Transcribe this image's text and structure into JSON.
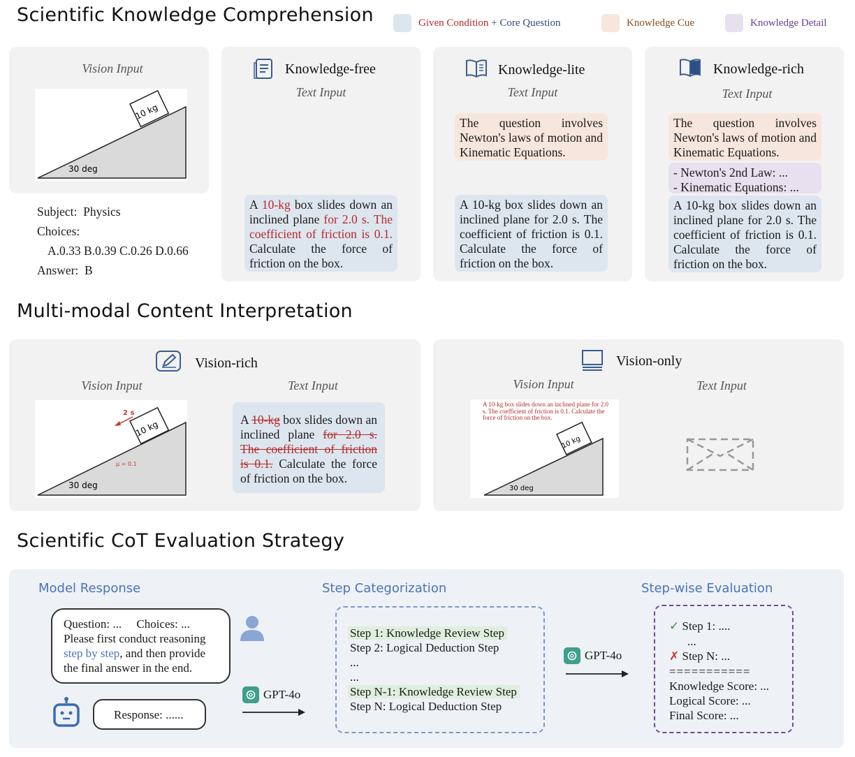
{
  "sections": {
    "knowledge": "Scientific Knowledge Comprehension",
    "multimodal": "Multi-modal Content Interpretation",
    "cot": "Scientific CoT Evaluation Strategy"
  },
  "legend": {
    "condition_red": "Given Condition",
    "plus": " + ",
    "core_question": "Core Question",
    "knowledge_cue": "Knowledge Cue",
    "knowledge_detail": "Knowledge Detail",
    "colors": {
      "blue": "#dde6ef",
      "peach": "#f6e6dc",
      "lavender": "#e7e0ee"
    }
  },
  "vision_panel": {
    "label": "Vision Input",
    "box_label": "10 kg",
    "angle_label": "30 deg",
    "subject_label": "Subject:",
    "subject_value": "Physics",
    "choices_label": "Choices:",
    "choices_value": "A.0.33 B.0.39 C.0.26 D.0.66",
    "answer_label": "Answer:",
    "answer_value": "B"
  },
  "text_input_label": "Text Input",
  "knowledge_free": {
    "title": "Knowledge-free",
    "icon": "document-icon",
    "q_a": "A ",
    "q_mass": "10-kg",
    "q_b": " box slides down an inclined plane ",
    "q_cond": "for 2.0 s. The coefficient of friction is 0.1.",
    "q_c": " Calculate the force of friction on the box."
  },
  "knowledge_lite": {
    "title": "Knowledge-lite",
    "icon": "open-book-icon",
    "cue": "The question involves Newton's laws of motion and Kinematic Equations.",
    "question": "A 10-kg box slides down an inclined plane for 2.0 s. The coefficient of friction is 0.1. Calculate the force of friction on the box."
  },
  "knowledge_rich": {
    "title": "Knowledge-rich",
    "icon": "book-icon",
    "cue": "The question involves Newton's laws of motion and Kinematic Equations.",
    "detail_1": "- Newton's 2nd Law: ...",
    "detail_2": "- Kinematic Equations: ...",
    "question": "A 10-kg box slides down an inclined plane for 2.0 s. The coefficient of friction is 0.1. Calculate the force of friction on the box."
  },
  "vision_rich": {
    "title": "Vision-rich",
    "icon": "pencil-icon",
    "vision_label": "Vision Input",
    "text_label": "Text Input",
    "time_label": "2 s",
    "mu_label": "μ = 0.1",
    "box_label": "10 kg",
    "angle_label": "30 deg",
    "q_a": "A ",
    "q_mass": "10-kg",
    "q_b": " box slides down an inclined plane ",
    "q_cond": "for 2.0 s. The coefficient of friction is 0.1.",
    "q_c": " Calculate the force of friction on the box."
  },
  "vision_only": {
    "title": "Vision-only",
    "icon": "monitor-icon",
    "vision_label": "Vision Input",
    "text_label": "Text Input",
    "image_text": "A 10-kg box slides down an inclined plane for 2.0 s. The coefficient of friction is 0.1. Calculate the force of friction on the box.",
    "box_label": "10 kg",
    "angle_label": "30 deg",
    "empty_icon": "empty-envelope-icon"
  },
  "cot": {
    "model_response": "Model Response",
    "step_categorization": "Step Categorization",
    "stepwise_evaluation": "Step-wise Evaluation",
    "prompt_line1": "Question: ...     Choices: ...",
    "prompt_line2": "Please first conduct reasoning",
    "prompt_highlight": "step by step",
    "prompt_line3_rest": ", and then provide",
    "prompt_line4": "the final answer in the end.",
    "response": "Response: ......",
    "gpt_label": "GPT-4o",
    "steps": [
      "Step 1: Knowledge Review Step",
      "Step 2: Logical Deduction Step",
      "...",
      "...",
      "Step N-1: Knowledge Review Step",
      "Step N: Logical Deduction Step"
    ],
    "eval_step1": "Step 1: ....",
    "eval_dots": "...",
    "eval_stepN": "Step N: ...",
    "eval_sep": "===========",
    "knowledge_score": "Knowledge Score: ...",
    "logical_score": "Logical Score: ...",
    "final_score": "Final Score: ..."
  }
}
